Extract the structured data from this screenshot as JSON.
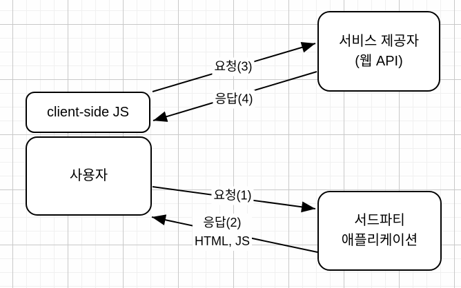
{
  "canvas": {
    "background": "#fefefe",
    "grid_minor_color": "#f0f0f0",
    "grid_major_color": "#c8c8c8",
    "stroke_color": "#000000",
    "node_fill": "#ffffff",
    "text_color": "#000000"
  },
  "nodes": [
    {
      "id": "client-side-js",
      "lines": [
        "client-side JS"
      ]
    },
    {
      "id": "user",
      "lines": [
        "사용자"
      ]
    },
    {
      "id": "service-provider",
      "lines": [
        "서비스 제공자",
        "(웹 API)"
      ]
    },
    {
      "id": "third-party-app",
      "lines": [
        "서드파티",
        "애플리케이션"
      ]
    }
  ],
  "edges": [
    {
      "id": "request-3",
      "label": "요청(3)",
      "from": "client-side-js",
      "to": "service-provider"
    },
    {
      "id": "response-4",
      "label": "응답(4)",
      "from": "service-provider",
      "to": "client-side-js"
    },
    {
      "id": "request-1",
      "label": "요청(1)",
      "from": "user",
      "to": "third-party-app"
    },
    {
      "id": "response-2",
      "label": "응답(2)",
      "from": "third-party-app",
      "to": "user"
    },
    {
      "id": "html-js",
      "label": "HTML, JS",
      "from": "third-party-app",
      "to": "user"
    }
  ]
}
